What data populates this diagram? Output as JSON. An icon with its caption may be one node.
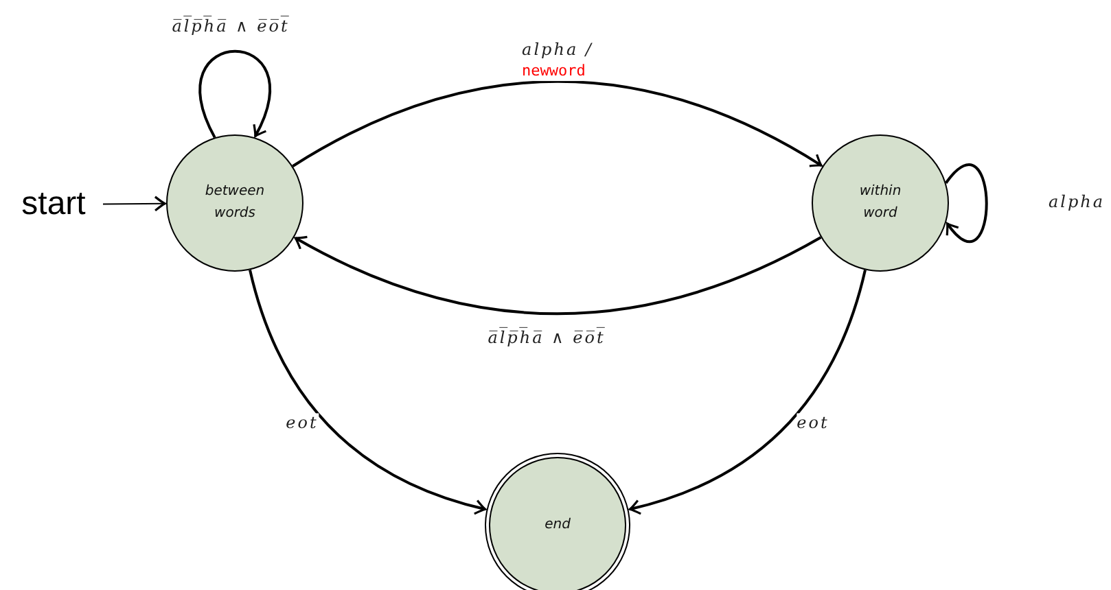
{
  "diagram": {
    "nodes": [
      {
        "text": [
          "start"
        ]
      },
      {
        "text": [
          "between words"
        ]
      },
      {
        "text": [
          "within word"
        ]
      },
      {
        "text": [
          "end"
        ]
      }
    ],
    "edges": [
      {
        "from": 0,
        "to": 1,
        "arrow": "to"
      },
      {
        "from": 1,
        "to": 1,
        "arrow": "to",
        "label": "a̅l̅p̅h̅a̅ ∧ e̅o̅t̅"
      },
      {
        "from": 1,
        "to": 2,
        "arrow": "to",
        "label": "alpha / newword"
      },
      {
        "from": 2,
        "to": 2,
        "arrow": "to",
        "label": "alpha"
      },
      {
        "from": 2,
        "to": 1,
        "arrow": "to",
        "label": "a̅l̅p̅h̅a̅ ∧ e̅o̅t̅"
      },
      {
        "from": 1,
        "to": 3,
        "arrow": "to",
        "label": "eot"
      },
      {
        "from": 2,
        "to": 3,
        "arrow": "to",
        "label": "eot"
      }
    ]
  }
}
